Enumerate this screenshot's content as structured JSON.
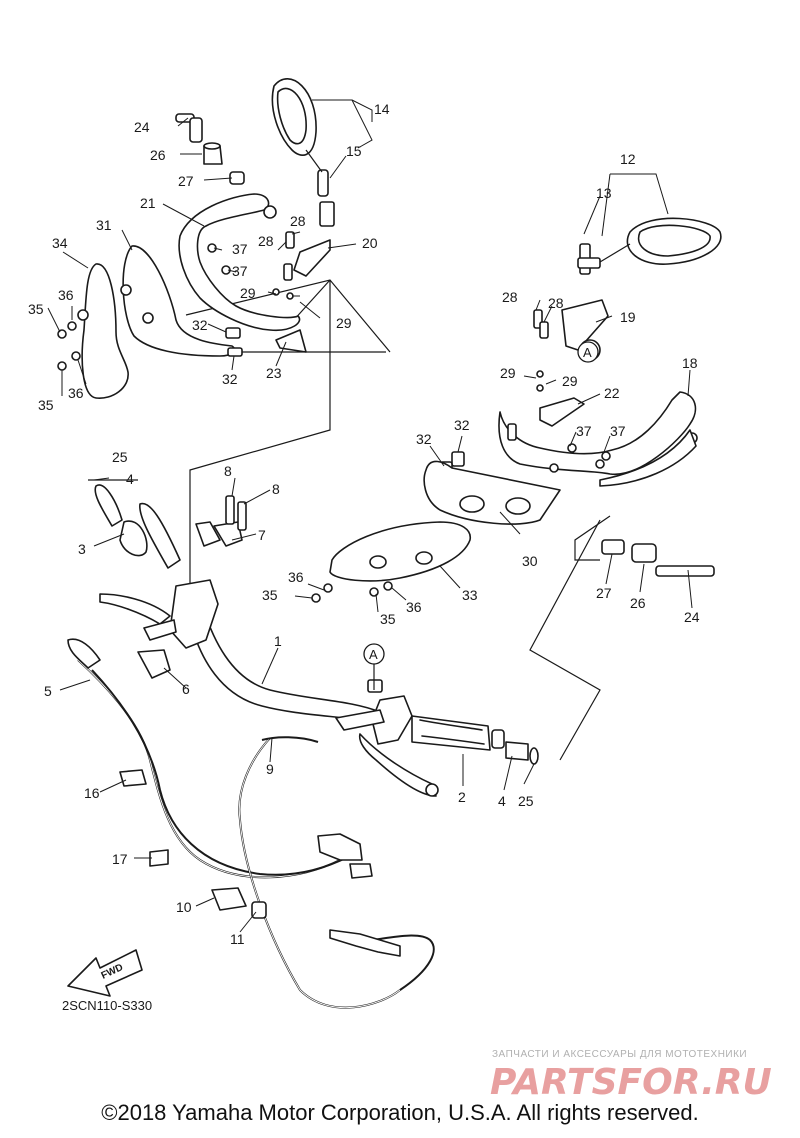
{
  "diagram": {
    "code": "2SCN110-S330",
    "fwd_label": "FWD",
    "ref_marker": "A",
    "callouts": [
      "1",
      "2",
      "3",
      "4",
      "5",
      "6",
      "7",
      "8",
      "9",
      "10",
      "11",
      "12",
      "13",
      "14",
      "15",
      "16",
      "17",
      "18",
      "19",
      "20",
      "21",
      "22",
      "23",
      "24",
      "25",
      "26",
      "27",
      "28",
      "29",
      "30",
      "31",
      "32",
      "33",
      "34",
      "35",
      "36",
      "37"
    ]
  },
  "watermark": {
    "line1": "ЗАПЧАСТИ И АКСЕССУАРЫ ДЛЯ МОТОТЕХНИКИ",
    "line2": "PARTSFOR.RU"
  },
  "copyright": "©2018 Yamaha Motor Corporation, U.S.A. All rights reserved."
}
